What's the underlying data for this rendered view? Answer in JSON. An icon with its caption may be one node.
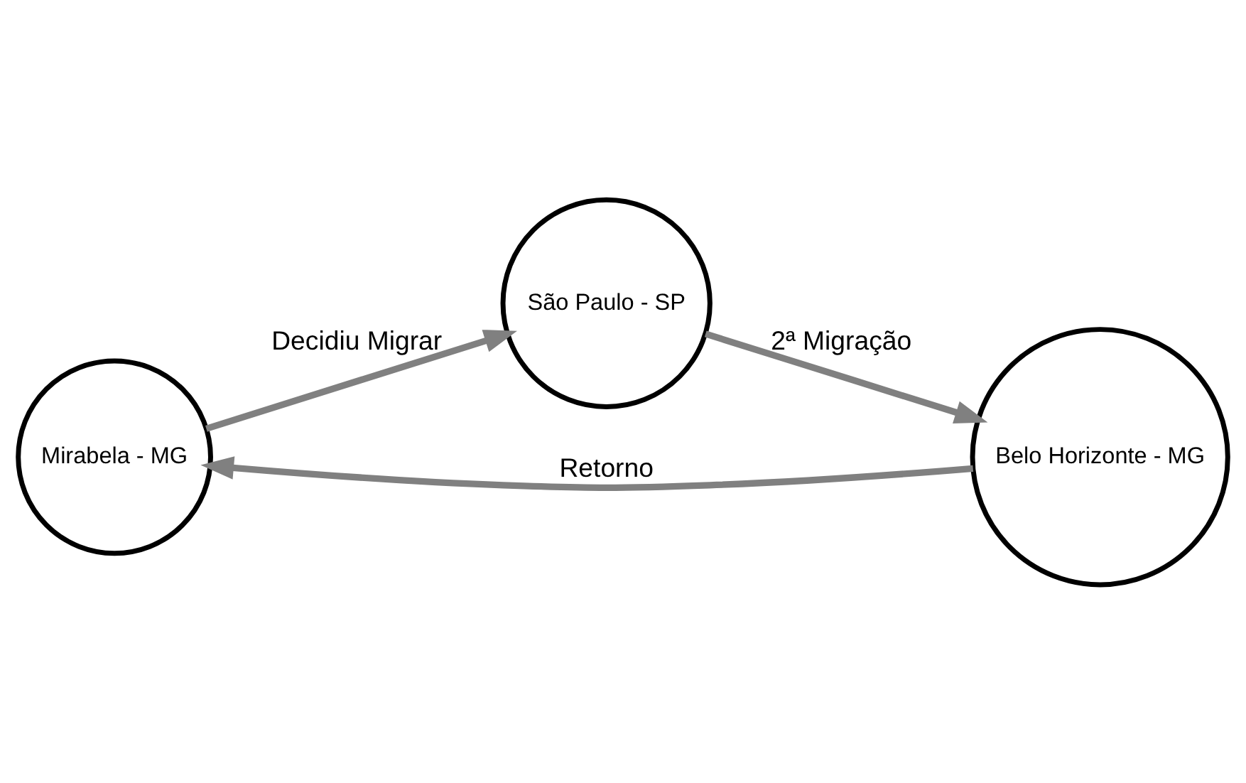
{
  "diagram": {
    "nodes": [
      {
        "text": [
          "Mirabela - MG"
        ]
      },
      {
        "text": [
          "São Paulo - SP"
        ]
      },
      {
        "text": [
          "Belo Horizonte - MG"
        ]
      }
    ],
    "edges": [
      {
        "from": 0,
        "to": 1,
        "arrow": "to",
        "label": "Decidiu Migrar"
      },
      {
        "from": 1,
        "to": 2,
        "arrow": "to",
        "label": "2ª Migração"
      },
      {
        "from": 2,
        "to": 0,
        "arrow": "to",
        "label": "Retorno"
      }
    ]
  }
}
